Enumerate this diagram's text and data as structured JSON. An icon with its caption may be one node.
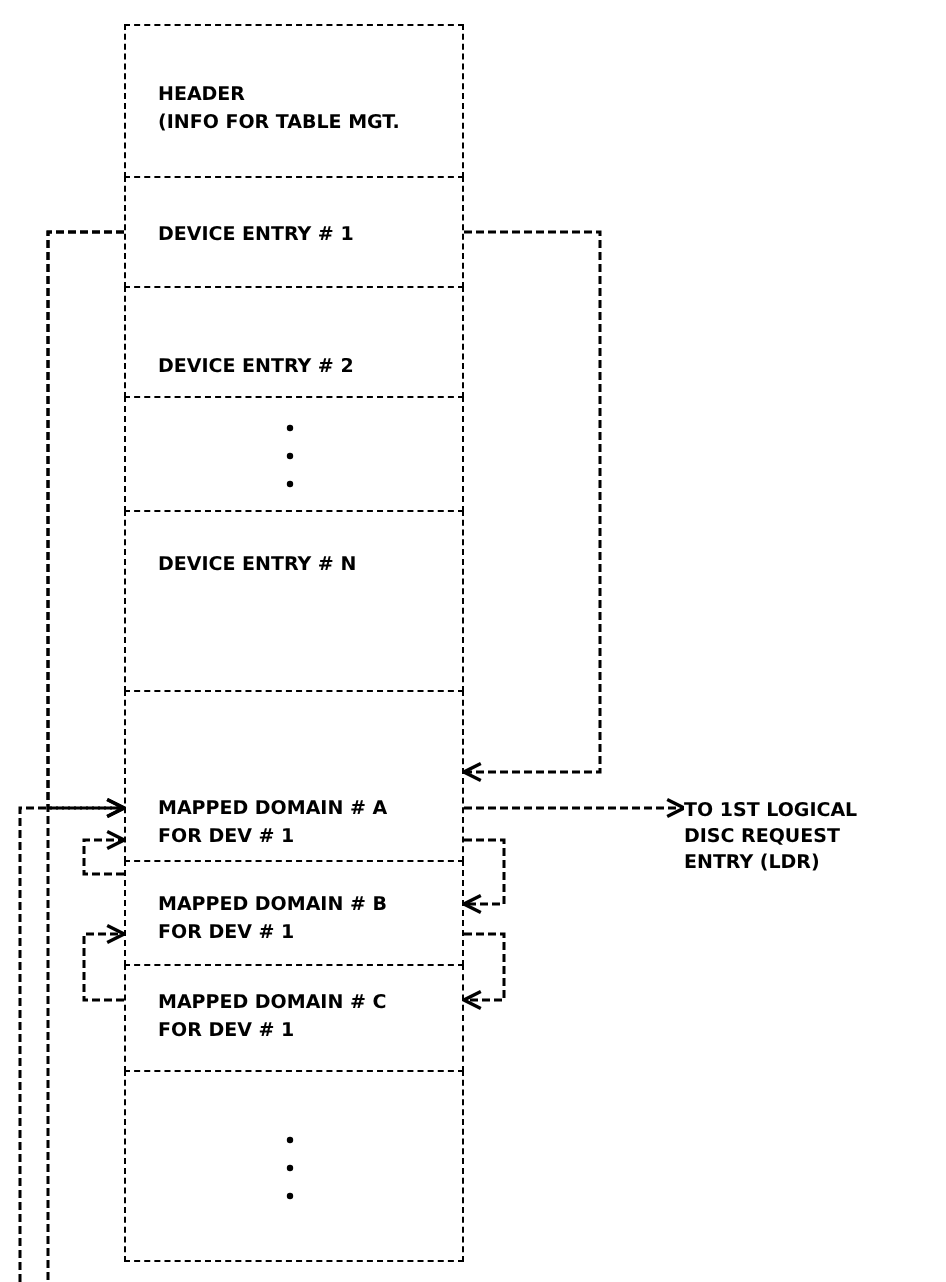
{
  "diagram": {
    "nodes": [
      {
        "text": [
          "HEADER",
          "(INFO FOR TABLE MGT."
        ]
      },
      {
        "text": [
          "DEVICE ENTRY # 1"
        ]
      },
      {
        "text": [
          "DEVICE ENTRY # 2"
        ]
      },
      {
        "text": [],
        "shape": "box"
      },
      {
        "text": [
          "DEVICE ENTRY # N"
        ]
      },
      {
        "text": [
          "MAPPED DOMAIN # A FOR DEV # 1"
        ]
      },
      {
        "text": [
          "MAPPED DOMAIN # B FOR DEV # 1"
        ]
      },
      {
        "text": [
          "MAPPED DOMAIN # C FOR DEV # 1"
        ]
      },
      {
        "text": [],
        "shape": "box"
      },
      {
        "text": [
          "TO 1ST LOGICAL DISC REQUEST ENTRY (LDR)"
        ]
      }
    ],
    "edges": [
      {
        "from": 1,
        "to": 5,
        "arrow": "to"
      },
      {
        "from": 5,
        "to": 9,
        "arrow": "to"
      },
      {
        "from": 5,
        "to": 6,
        "arrow": "to"
      },
      {
        "from": 6,
        "to": 7,
        "arrow": "to"
      },
      {
        "from": 6,
        "to": 5,
        "arrow": "to"
      },
      {
        "from": 7,
        "to": 6,
        "arrow": "to"
      },
      {
        "from": 1,
        "to": 5,
        "arrow": "to"
      },
      {
        "from": 1,
        "to": null,
        "arrow": "none"
      },
      {
        "from": null,
        "to": 5,
        "arrow": "to"
      }
    ]
  }
}
